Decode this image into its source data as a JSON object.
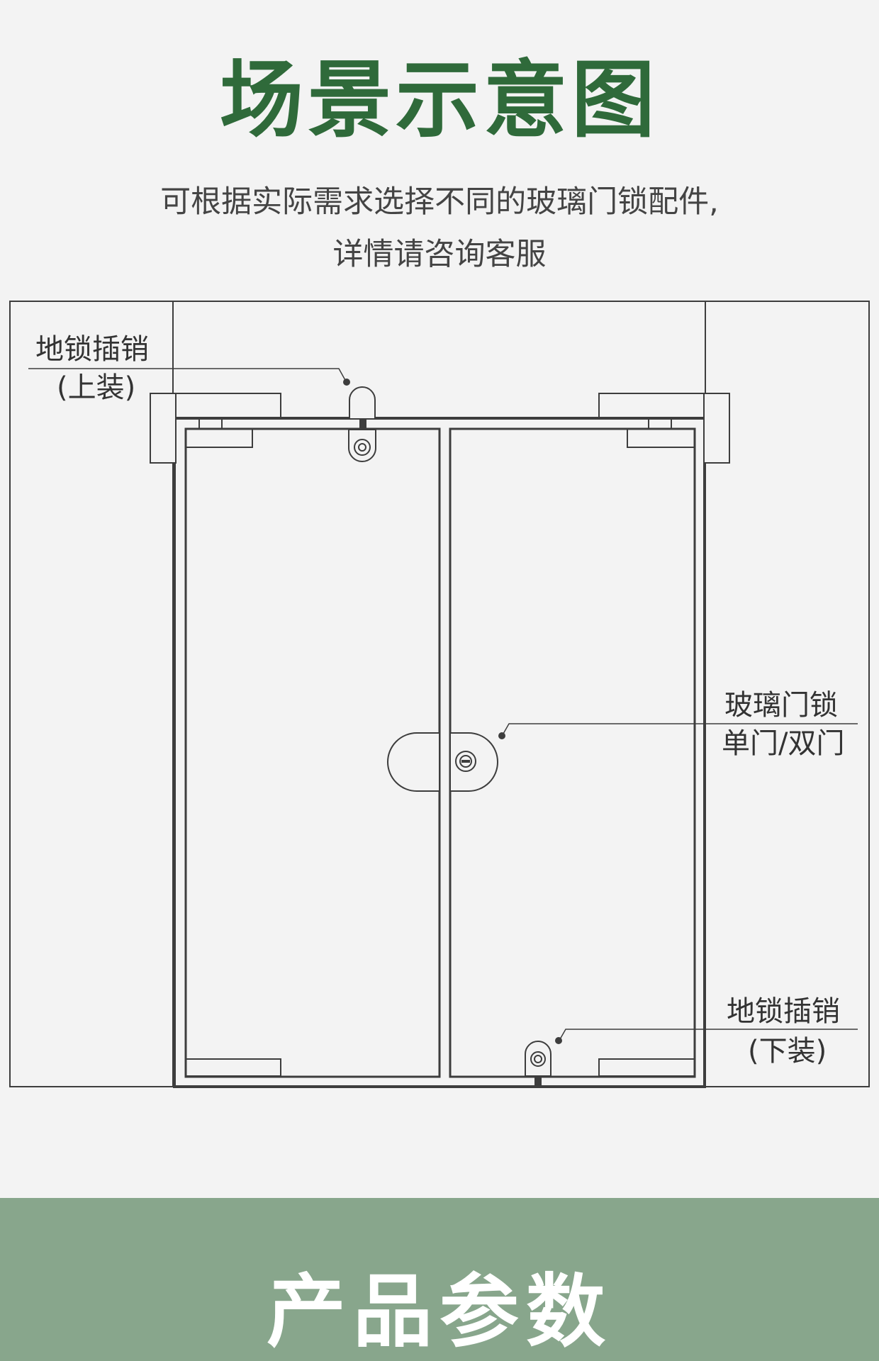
{
  "colors": {
    "background": "#f3f3f3",
    "title_green": "#2f6a3a",
    "line_gray": "#3d3d3d",
    "footer_band": "#88a68c",
    "footer_text": "#ffffff"
  },
  "header": {
    "title": "场景示意图",
    "subtitle_line1": "可根据实际需求选择不同的玻璃门锁配件,",
    "subtitle_line2": "详情请咨询客服"
  },
  "diagram": {
    "callouts": [
      {
        "line1": "地锁插销",
        "line2": "(上装)"
      },
      {
        "line1": "玻璃门锁",
        "line2": "单门/双门"
      },
      {
        "line1": "地锁插销",
        "line2": "(下装)"
      }
    ]
  },
  "footer": {
    "title": "产品参数"
  }
}
